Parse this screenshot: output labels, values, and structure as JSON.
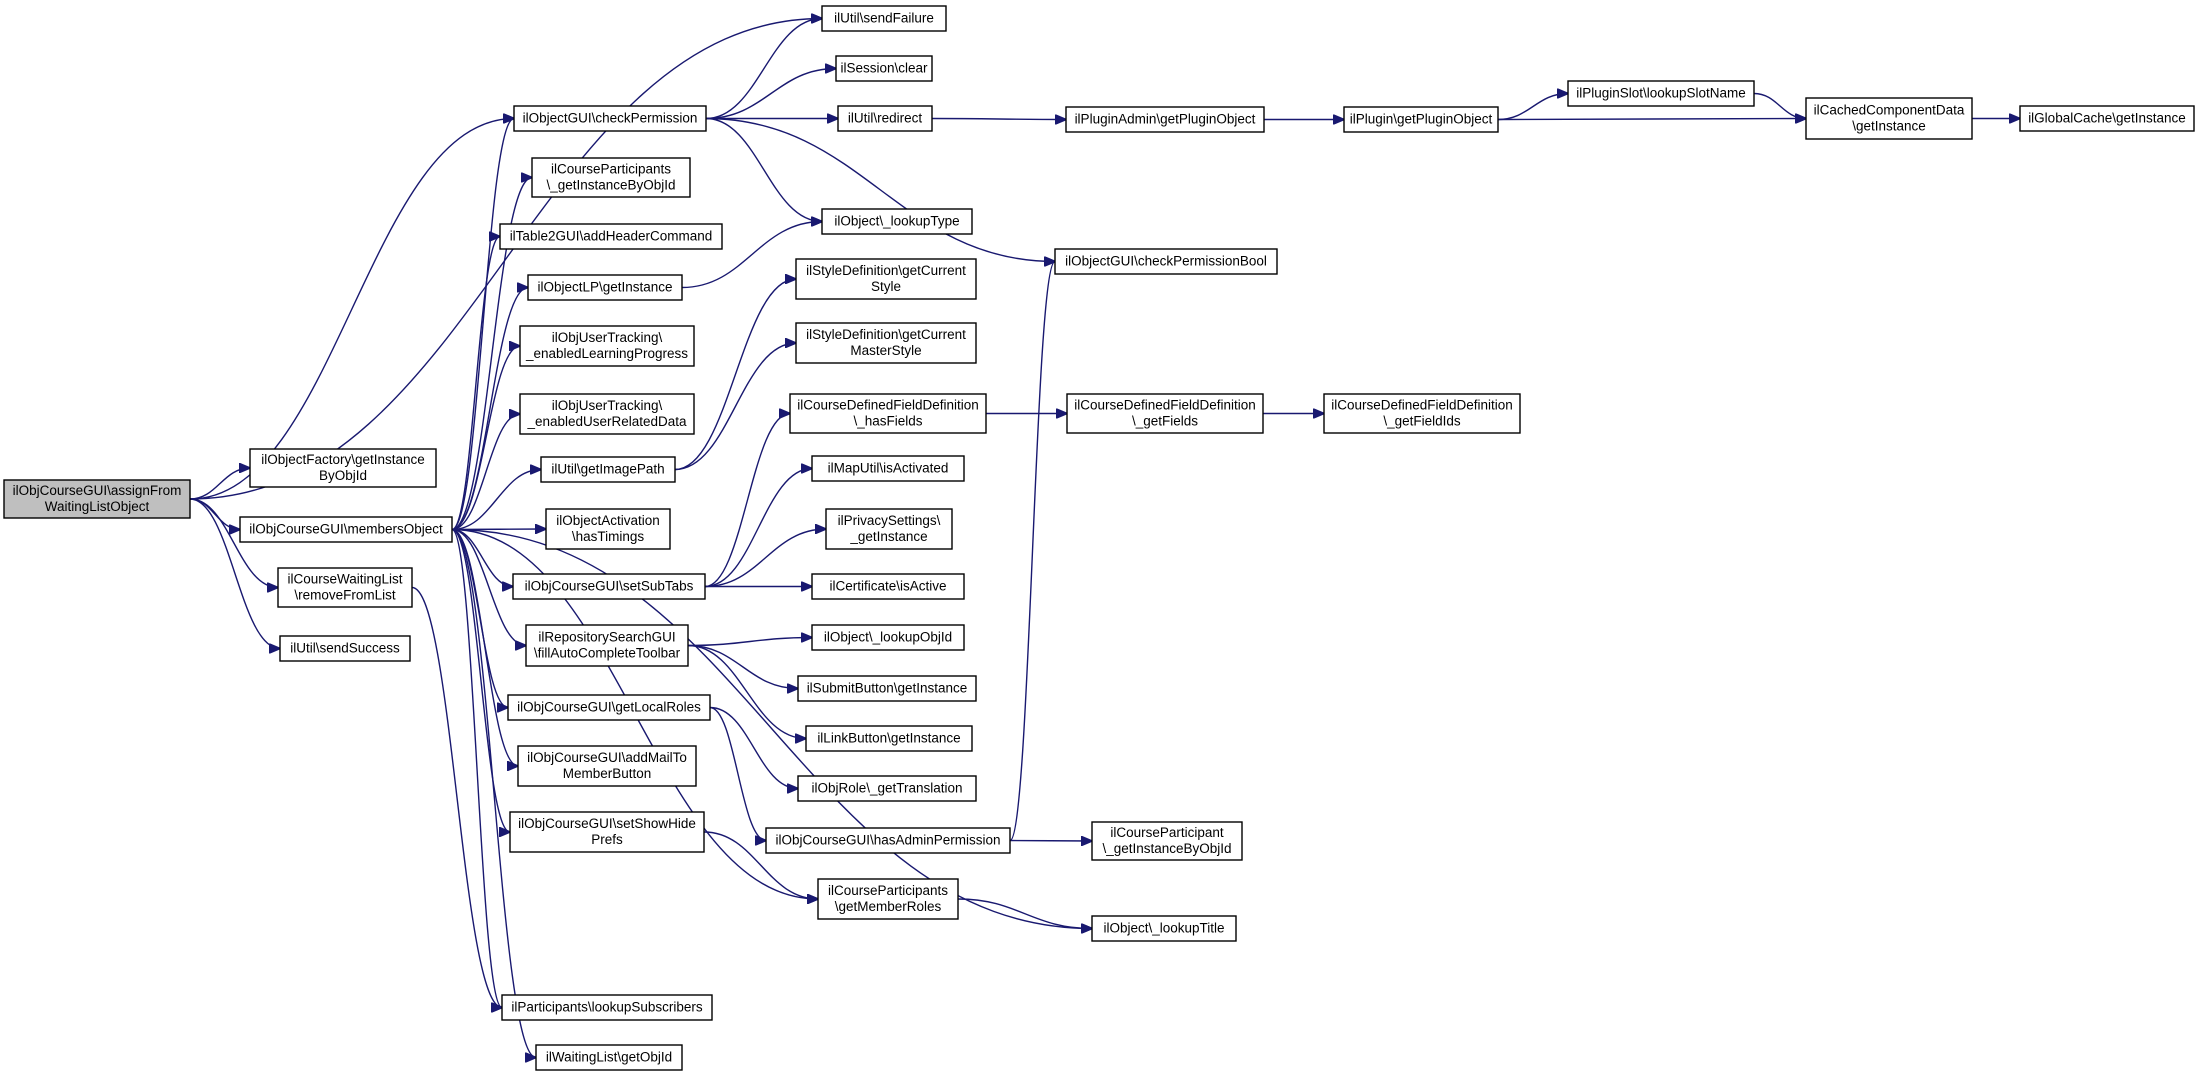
{
  "diagram": {
    "type": "call-graph",
    "edge_color": "#191970",
    "root_fill": "#bfbfbf",
    "nodes": [
      {
        "id": "root",
        "lines": [
          "ilObjCourseGUI\\assignFrom",
          "WaitingListObject"
        ],
        "root": true
      },
      {
        "id": "sendFailure",
        "lines": [
          "ilUtil\\sendFailure"
        ]
      },
      {
        "id": "sessionClear",
        "lines": [
          "ilSession\\clear"
        ]
      },
      {
        "id": "checkPermission",
        "lines": [
          "ilObjectGUI\\checkPermission"
        ]
      },
      {
        "id": "redirect",
        "lines": [
          "ilUtil\\redirect"
        ]
      },
      {
        "id": "pluginAdmin",
        "lines": [
          "ilPluginAdmin\\getPluginObject"
        ]
      },
      {
        "id": "pluginGet",
        "lines": [
          "ilPlugin\\getPluginObject"
        ]
      },
      {
        "id": "lookupSlotName",
        "lines": [
          "ilPluginSlot\\lookupSlotName"
        ]
      },
      {
        "id": "cachedComp",
        "lines": [
          "ilCachedComponentData",
          "\\getInstance"
        ]
      },
      {
        "id": "globalCache",
        "lines": [
          "ilGlobalCache\\getInstance"
        ]
      },
      {
        "id": "courseParticipantsInst",
        "lines": [
          "ilCourseParticipants",
          "\\_getInstanceByObjId"
        ]
      },
      {
        "id": "table2gui",
        "lines": [
          "ilTable2GUI\\addHeaderCommand"
        ]
      },
      {
        "id": "lookupType",
        "lines": [
          "ilObject\\_lookupType"
        ]
      },
      {
        "id": "objectLP",
        "lines": [
          "ilObjectLP\\getInstance"
        ]
      },
      {
        "id": "checkPermBool",
        "lines": [
          "ilObjectGUI\\checkPermissionBool"
        ]
      },
      {
        "id": "styleCurrent",
        "lines": [
          "ilStyleDefinition\\getCurrent",
          "Style"
        ]
      },
      {
        "id": "enabledLP",
        "lines": [
          "ilObjUserTracking\\",
          "_enabledLearningProgress"
        ]
      },
      {
        "id": "styleMaster",
        "lines": [
          "ilStyleDefinition\\getCurrent",
          "MasterStyle"
        ]
      },
      {
        "id": "enabledURD",
        "lines": [
          "ilObjUserTracking\\",
          "_enabledUserRelatedData"
        ]
      },
      {
        "id": "hasFields",
        "lines": [
          "ilCourseDefinedFieldDefinition",
          "\\_hasFields"
        ]
      },
      {
        "id": "getFields",
        "lines": [
          "ilCourseDefinedFieldDefinition",
          "\\_getFields"
        ]
      },
      {
        "id": "getFieldIds",
        "lines": [
          "ilCourseDefinedFieldDefinition",
          "\\_getFieldIds"
        ]
      },
      {
        "id": "objectFactory",
        "lines": [
          "ilObjectFactory\\getInstance",
          "ByObjId"
        ]
      },
      {
        "id": "getImagePath",
        "lines": [
          "ilUtil\\getImagePath"
        ]
      },
      {
        "id": "mapUtil",
        "lines": [
          "ilMapUtil\\isActivated"
        ]
      },
      {
        "id": "membersObject",
        "lines": [
          "ilObjCourseGUI\\membersObject"
        ]
      },
      {
        "id": "objActivation",
        "lines": [
          "ilObjectActivation",
          "\\hasTimings"
        ]
      },
      {
        "id": "privacySettings",
        "lines": [
          "ilPrivacySettings\\",
          "_getInstance"
        ]
      },
      {
        "id": "waitingListRemove",
        "lines": [
          "ilCourseWaitingList",
          "\\removeFromList"
        ]
      },
      {
        "id": "setSubTabs",
        "lines": [
          "ilObjCourseGUI\\setSubTabs"
        ]
      },
      {
        "id": "certificate",
        "lines": [
          "ilCertificate\\isActive"
        ]
      },
      {
        "id": "sendSuccess",
        "lines": [
          "ilUtil\\sendSuccess"
        ]
      },
      {
        "id": "repoSearch",
        "lines": [
          "ilRepositorySearchGUI",
          "\\fillAutoCompleteToolbar"
        ]
      },
      {
        "id": "lookupObjId",
        "lines": [
          "ilObject\\_lookupObjId"
        ]
      },
      {
        "id": "submitButton",
        "lines": [
          "ilSubmitButton\\getInstance"
        ]
      },
      {
        "id": "getLocalRoles",
        "lines": [
          "ilObjCourseGUI\\getLocalRoles"
        ]
      },
      {
        "id": "linkButton",
        "lines": [
          "ilLinkButton\\getInstance"
        ]
      },
      {
        "id": "addMail",
        "lines": [
          "ilObjCourseGUI\\addMailTo",
          "MemberButton"
        ]
      },
      {
        "id": "objRoleTrans",
        "lines": [
          "ilObjRole\\_getTranslation"
        ]
      },
      {
        "id": "setShowHide",
        "lines": [
          "ilObjCourseGUI\\setShowHide",
          "Prefs"
        ]
      },
      {
        "id": "hasAdminPerm",
        "lines": [
          "ilObjCourseGUI\\hasAdminPermission"
        ]
      },
      {
        "id": "courseParticipant",
        "lines": [
          "ilCourseParticipant",
          "\\_getInstanceByObjId"
        ]
      },
      {
        "id": "getMemberRoles",
        "lines": [
          "ilCourseParticipants",
          "\\getMemberRoles"
        ]
      },
      {
        "id": "lookupTitle",
        "lines": [
          "ilObject\\_lookupTitle"
        ]
      },
      {
        "id": "lookupSubscribers",
        "lines": [
          "ilParticipants\\lookupSubscribers"
        ]
      },
      {
        "id": "waitingListObjId",
        "lines": [
          "ilWaitingList\\getObjId"
        ]
      }
    ],
    "edges": [
      [
        "root",
        "sendFailure"
      ],
      [
        "root",
        "checkPermission"
      ],
      [
        "root",
        "objectFactory"
      ],
      [
        "root",
        "membersObject"
      ],
      [
        "root",
        "waitingListRemove"
      ],
      [
        "root",
        "sendSuccess"
      ],
      [
        "checkPermission",
        "sendFailure"
      ],
      [
        "checkPermission",
        "sessionClear"
      ],
      [
        "checkPermission",
        "redirect"
      ],
      [
        "checkPermission",
        "lookupType"
      ],
      [
        "checkPermission",
        "checkPermBool"
      ],
      [
        "redirect",
        "pluginAdmin"
      ],
      [
        "pluginAdmin",
        "pluginGet"
      ],
      [
        "pluginGet",
        "lookupSlotName"
      ],
      [
        "pluginGet",
        "cachedComp"
      ],
      [
        "lookupSlotName",
        "cachedComp"
      ],
      [
        "cachedComp",
        "globalCache"
      ],
      [
        "objectLP",
        "lookupType"
      ],
      [
        "getImagePath",
        "styleCurrent"
      ],
      [
        "getImagePath",
        "styleMaster"
      ],
      [
        "hasFields",
        "getFields"
      ],
      [
        "getFields",
        "getFieldIds"
      ],
      [
        "membersObject",
        "checkPermission"
      ],
      [
        "membersObject",
        "courseParticipantsInst"
      ],
      [
        "membersObject",
        "table2gui"
      ],
      [
        "membersObject",
        "objectLP"
      ],
      [
        "membersObject",
        "enabledLP"
      ],
      [
        "membersObject",
        "enabledURD"
      ],
      [
        "membersObject",
        "getImagePath"
      ],
      [
        "membersObject",
        "objActivation"
      ],
      [
        "membersObject",
        "setSubTabs"
      ],
      [
        "membersObject",
        "repoSearch"
      ],
      [
        "membersObject",
        "getLocalRoles"
      ],
      [
        "membersObject",
        "addMail"
      ],
      [
        "membersObject",
        "setShowHide"
      ],
      [
        "membersObject",
        "getMemberRoles"
      ],
      [
        "membersObject",
        "lookupTitle"
      ],
      [
        "membersObject",
        "lookupSubscribers"
      ],
      [
        "membersObject",
        "waitingListObjId"
      ],
      [
        "waitingListRemove",
        "lookupSubscribers"
      ],
      [
        "setSubTabs",
        "hasFields"
      ],
      [
        "setSubTabs",
        "mapUtil"
      ],
      [
        "setSubTabs",
        "privacySettings"
      ],
      [
        "setSubTabs",
        "certificate"
      ],
      [
        "repoSearch",
        "lookupObjId"
      ],
      [
        "repoSearch",
        "submitButton"
      ],
      [
        "repoSearch",
        "linkButton"
      ],
      [
        "getLocalRoles",
        "objRoleTrans"
      ],
      [
        "getLocalRoles",
        "hasAdminPerm"
      ],
      [
        "setShowHide",
        "getMemberRoles"
      ],
      [
        "hasAdminPerm",
        "checkPermBool"
      ],
      [
        "hasAdminPerm",
        "courseParticipant"
      ],
      [
        "getMemberRoles",
        "lookupTitle"
      ]
    ]
  }
}
